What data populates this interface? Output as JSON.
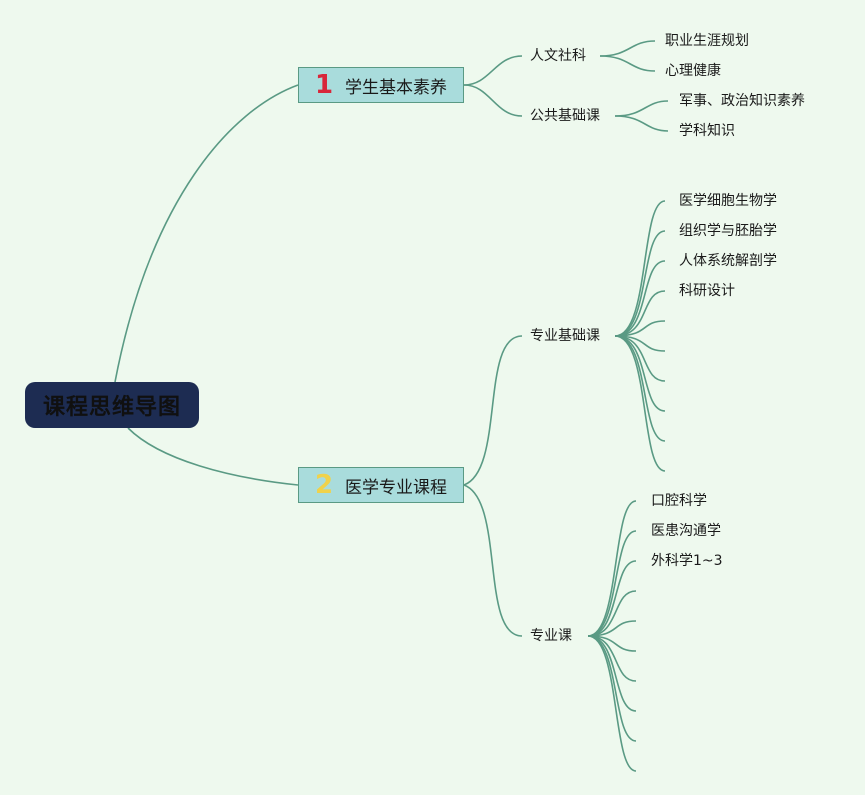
{
  "root": {
    "title": "课程思维导图"
  },
  "branches": [
    {
      "number": "1",
      "number_color": "#d8263a",
      "title": "学生基本素养",
      "groups": [
        {
          "label": "人文社科",
          "items": [
            "职业生涯规划",
            "心理健康"
          ]
        },
        {
          "label": "公共基础课",
          "items": [
            "军事、政治知识素养",
            "学科知识"
          ]
        }
      ]
    },
    {
      "number": "2",
      "number_color": "#f0d24a",
      "title": "医学专业课程",
      "groups": [
        {
          "label": "专业基础课",
          "items": [
            "医学细胞生物学",
            "组织学与胚胎学",
            "人体系统解剖学",
            "科研设计",
            "",
            "",
            "",
            "",
            "",
            ""
          ]
        },
        {
          "label": "专业课",
          "items": [
            "口腔科学",
            "医患沟通学",
            "外科学1~3",
            "",
            "",
            "",
            "",
            "",
            "",
            ""
          ]
        }
      ]
    }
  ],
  "colors": {
    "background": "#eef9ee",
    "root_fill": "#1d2c52",
    "branch_fill": "#a9dcdc",
    "line": "#5a9a84"
  }
}
